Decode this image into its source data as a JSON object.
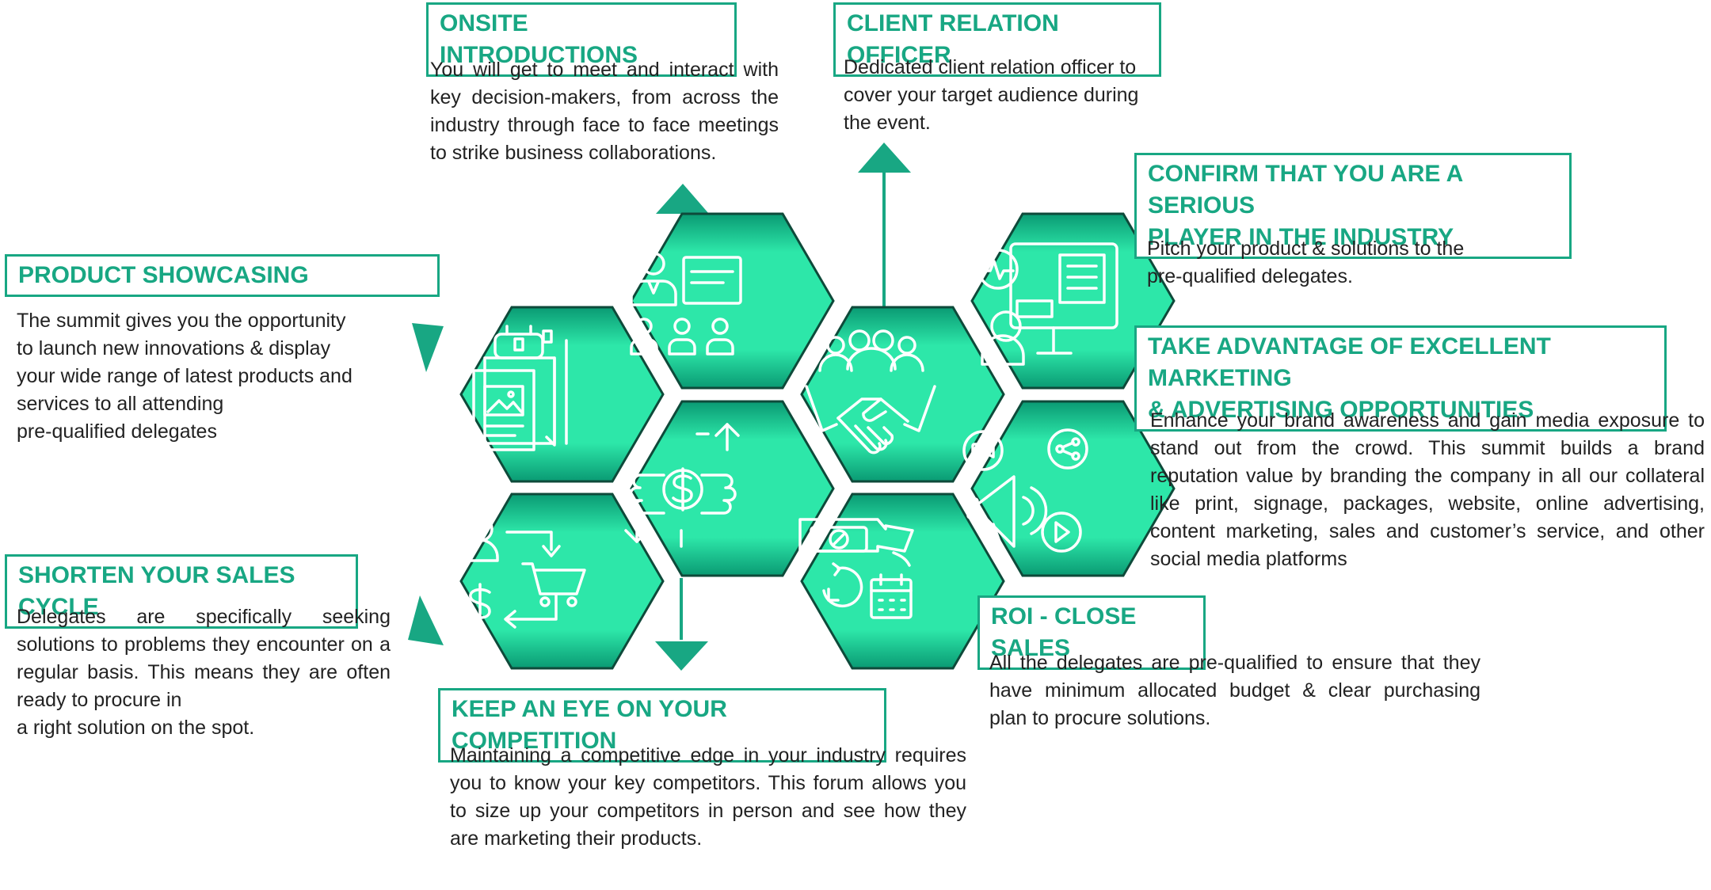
{
  "colors": {
    "accent": "#18a783",
    "hex_fill_light": "#2de7a9",
    "hex_fill_dark": "#0a9a73",
    "icon_stroke": "#ffffff",
    "text": "#222222"
  },
  "sections": {
    "onsite": {
      "title": "ONSITE INTRODUCTIONS",
      "desc": "You will get to meet and interact with key decision-makers, from across the industry through face to face meetings to strike business collaborations."
    },
    "client": {
      "title": "CLIENT RELATION OFFICER",
      "desc": "Dedicated client relation officer to\ncover your target audience during\nthe event."
    },
    "confirm": {
      "title": "CONFIRM THAT YOU ARE A SERIOUS\nPLAYER IN THE INDUSTRY",
      "desc": "Pitch your product & solutions to the\npre-qualified delegates."
    },
    "product": {
      "title": "PRODUCT SHOWCASING",
      "desc": "The summit gives you the opportunity\nto launch new innovations & display\nyour wide range of latest products and\nservices to all attending\npre-qualified delegates"
    },
    "marketing": {
      "title": "TAKE ADVANTAGE OF EXCELLENT MARKETING\n& ADVERTISING OPPORTUNITIES",
      "desc": "Enhance your brand awareness and gain media exposure to stand out from the crowd. This summit builds a brand reputation value by branding the company in all our collateral like print, signage, packages, website, online advertising, content marketing, sales and customer’s service, and other social media platforms"
    },
    "sales_cycle": {
      "title": "SHORTEN YOUR SALES CYCLE",
      "desc": "Delegates are specifically seeking solutions to problems they encounter on a regular basis. This means they are often ready to procure in\na right solution on the spot."
    },
    "roi": {
      "title": "ROI - CLOSE SALES",
      "desc": "All the delegates are pre-qualified to ensure that they have minimum allocated budget & clear purchasing plan to procure solutions."
    },
    "competition": {
      "title": "KEEP AN EYE ON YOUR COMPETITION",
      "desc": "Maintaining a competitive edge in your industry requires you to know your key competitors. This forum allows you to size up your competitors in person and see how they are marketing their products."
    }
  },
  "icons": {
    "top_center": "meeting-presentation-icon",
    "left": "product-catalog-icon",
    "center": "money-exchange-icon",
    "right_center": "handshake-icon",
    "top_right": "online-pitch-icon",
    "right": "media-marketing-icon",
    "bottom_left": "sales-cycle-icon",
    "bottom_right": "roi-calendar-icon"
  }
}
